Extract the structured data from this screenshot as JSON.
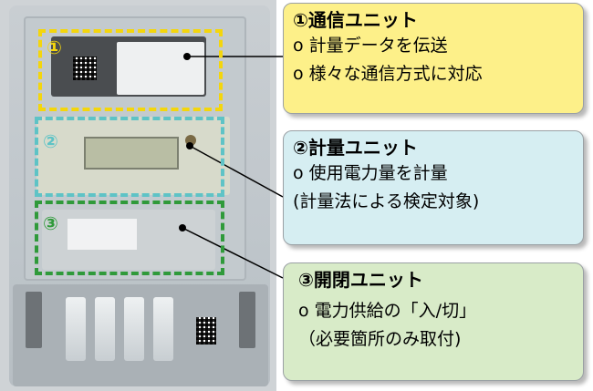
{
  "markers": {
    "comm": "①",
    "meter": "②",
    "switch": "③"
  },
  "callouts": {
    "comm": {
      "title": "①通信ユニット",
      "lines": [
        "o 計量データを伝送",
        "o 様々な通信方式に対応"
      ]
    },
    "meter": {
      "title": "②計量ユニット",
      "lines": [
        "o 使用電力量を計量",
        "(計量法による検定対象)"
      ]
    },
    "switch": {
      "title": "③開閉ユニット",
      "lines": [
        "o 電力供給の「入/切」",
        "（必要箇所のみ取付)"
      ]
    }
  },
  "colors": {
    "comm": "#f4d60c",
    "meter": "#5ec3c6",
    "switch": "#2f9a3a",
    "comm_fill": "#fdf089",
    "meter_fill": "#d6eef2",
    "switch_fill": "#d8ebc8"
  }
}
